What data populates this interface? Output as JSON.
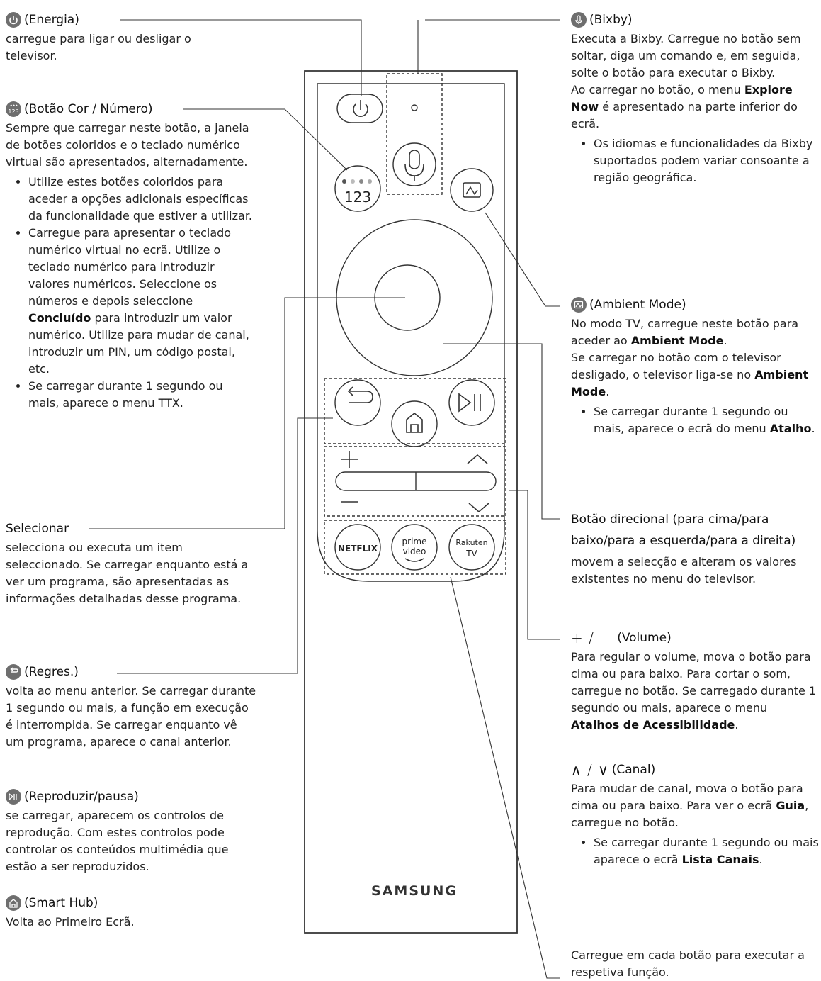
{
  "power": {
    "title": "(Energia)",
    "text": "carregue para ligar ou desligar o televisor."
  },
  "color_number": {
    "title": "(Botão Cor / Número)",
    "icon_label": "123",
    "text": "Sempre que carregar neste botão, a janela de botões coloridos e o teclado numérico virtual são apresentados, alternadamente.",
    "bullets": [
      "Utilize estes botões coloridos para aceder a opções adicionais específicas da funcionalidade que estiver a utilizar.",
      "Carregue para apresentar o teclado numérico virtual no ecrã. Utilize o teclado numérico para introduzir valores numéricos. Seleccione os números e depois seleccione",
      "Se carregar durante 1 segundo ou mais, aparece o menu TTX."
    ],
    "bullet2_bold": "Concluído",
    "bullet2_rest": "para introduzir um valor numérico. Utilize para mudar de canal, introduzir um PIN, um código postal, etc."
  },
  "select": {
    "title": "Selecionar",
    "text": "selecciona ou executa um item seleccionado. Se carregar enquanto está a ver um programa, são apresentadas as informações detalhadas desse programa."
  },
  "back": {
    "title": "(Regres.)",
    "text": "volta ao menu anterior. Se carregar durante 1 segundo ou mais, a função em execução é interrompida. Se carregar enquanto vê um programa, aparece o canal anterior."
  },
  "playpause": {
    "title": "(Reproduzir/pausa)",
    "text": "se carregar, aparecem os controlos de reprodução. Com estes controlos pode controlar os conteúdos multimédia que estão a ser reproduzidos."
  },
  "smarthub": {
    "title": "(Smart Hub)",
    "text": "Volta ao Primeiro Ecrã."
  },
  "bixby": {
    "title": "(Bixby)",
    "text1": "Executa a Bixby. Carregue no botão sem soltar, diga um comando e, em seguida, solte o botão para executar o Bixby.",
    "text2_pre": "Ao carregar no botão, o menu",
    "text2_bold": "Explore Now",
    "text2_post": "é apresentado na parte inferior do ecrã.",
    "bullet": "Os idiomas e funcionalidades da Bixby suportados podem variar consoante a região geográfica."
  },
  "ambient": {
    "title": "(Ambient Mode)",
    "t1_pre": "No modo TV, carregue neste botão para aceder ao",
    "t1_bold": "Ambient Mode",
    "t2_pre": "Se carregar no botão com o televisor desligado, o televisor liga-se no",
    "t2_bold": "Ambient Mode",
    "bullet_pre": "Se carregar durante 1 segundo ou mais, aparece o ecrã do menu",
    "bullet_bold": "Atalho"
  },
  "direction": {
    "title": "Botão direcional (para cima/para baixo/para a esquerda/para a direita)",
    "text": "movem a selecção e alteram os valores existentes no menu do televisor."
  },
  "volume": {
    "symbol": "+ / —",
    "title": "(Volume)",
    "text_pre": "Para regular o volume, mova o botão para cima ou para baixo. Para cortar o som, carregue no botão. Se carregado durante 1 segundo ou mais, aparece o menu",
    "text_bold": "Atalhos de Acessibilidade"
  },
  "channel": {
    "symbol": "∧ / ∨",
    "title": "(Canal)",
    "text_pre": "Para mudar de canal, mova o botão para cima ou para baixo. Para ver o ecrã",
    "text_bold": "Guia",
    "text_post": "carregue no botão.",
    "bullet_pre": "Se carregar durante 1 segundo ou mais aparece o ecrã",
    "bullet_bold": "Lista Canais"
  },
  "apps": {
    "text": "Carregue em cada botão para executar a respetiva função."
  },
  "remote": {
    "numpad_label": "123",
    "netflix": "NETFLIX",
    "prime_1": "prime",
    "prime_2": "video",
    "rakuten_1": "Rakuten",
    "rakuten_2": "TV",
    "brand": "SAMSUNG"
  },
  "colors": {
    "icon_bg": "#6e6e6e",
    "line": "#333333",
    "text": "#222222"
  }
}
